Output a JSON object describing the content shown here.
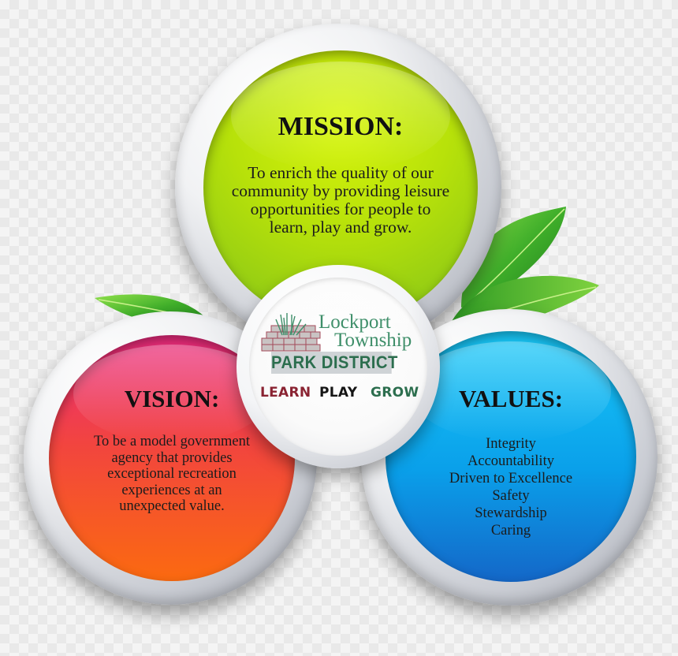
{
  "mission": {
    "heading": "MISSION:",
    "lines": [
      "To enrich the quality of our",
      "community by providing leisure",
      "opportunities for people to",
      "learn, play and grow."
    ]
  },
  "vision": {
    "heading": "VISION:",
    "lines": [
      "To be a model government",
      "agency that provides",
      "exceptional recreation",
      "experiences at an",
      "unexpected value."
    ]
  },
  "values": {
    "heading": "VALUES:",
    "items": [
      "Integrity",
      "Accountability",
      "Driven to Excellence",
      "Safety",
      "Stewardship",
      "Caring"
    ]
  },
  "logo": {
    "line1": "Lockport",
    "line2": "Township",
    "line3": "PARK DISTRICT",
    "tagline": [
      "LEARN",
      "PLAY",
      "GROW"
    ]
  },
  "colors": {
    "mission": "#b7e10a",
    "vision": "#f2453e",
    "values": "#0aa0ea",
    "logo_green": "#3f8f6a",
    "learn": "#8a2332",
    "grow": "#2c6e4e"
  }
}
